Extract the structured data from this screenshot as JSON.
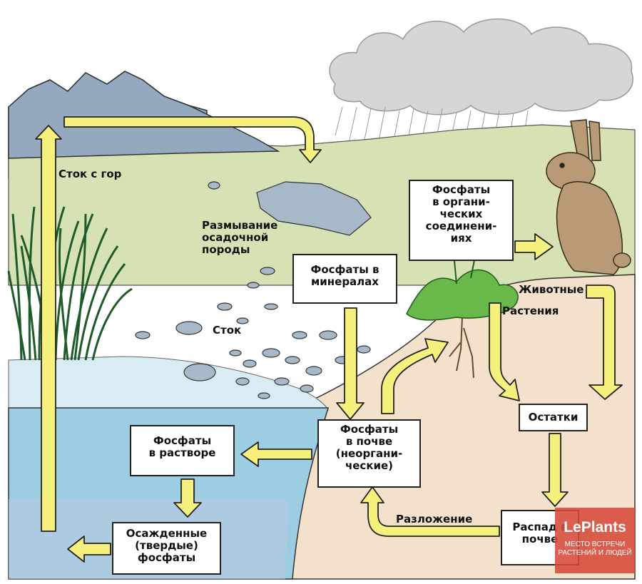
{
  "colors": {
    "arrow": "#f6f07c",
    "arrow_stroke": "#222222",
    "soil": "#f3e1cb",
    "grass": "#d6e2b4",
    "water": "#9ccde2",
    "mountain": "#94a9c0",
    "cloud": "#d6d6d6"
  },
  "boxes": {
    "organic": "Фосфаты\nв органи-\nческих\nсоединени-\nиях",
    "minerals": "Фосфаты в\nминералах",
    "soil": "Фосфаты\nв почве\n(неоргани-\nческие)",
    "solution": "Фосфаты\nв растворе",
    "sediment": "Осажденные\n(твердые)\nфосфаты",
    "remains": "Остатки",
    "decay": "Распад в\nпочве"
  },
  "labels": {
    "runoff_mountains": "Сток с гор",
    "erosion": "Размывание\nосадочной\nпороды",
    "runoff": "Сток",
    "animals": "Животные",
    "plants": "Растения",
    "decomposition": "Разложение"
  },
  "watermark": {
    "brand": "LePlants",
    "tagline": "МЕСТО ВСТРЕЧИ\nРАСТЕНИЙ И ЛЮДЕЙ"
  }
}
